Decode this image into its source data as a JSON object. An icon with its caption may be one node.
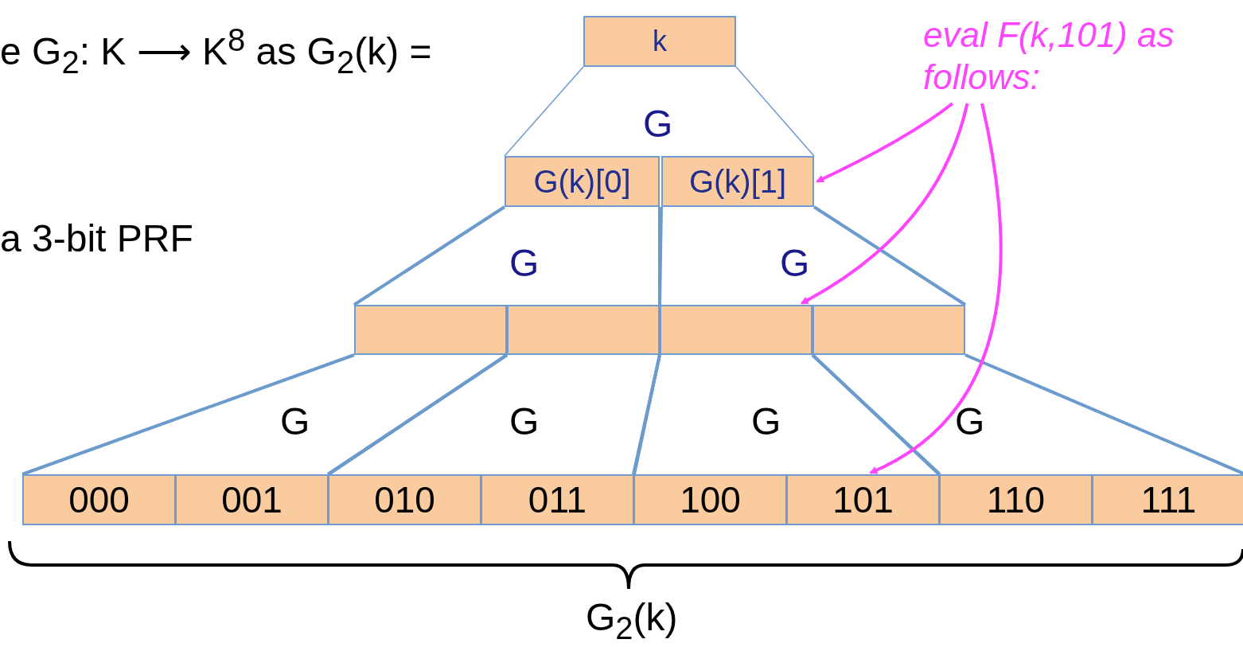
{
  "diagram": {
    "nodes": [
      {
        "text": [
          "k"
        ]
      },
      {
        "text": [
          "G(k)[0]"
        ]
      },
      {
        "text": [
          "G(k)[1]"
        ]
      },
      {
        "text": [],
        "shape": "box"
      },
      {
        "text": [],
        "shape": "box"
      },
      {
        "text": [],
        "shape": "box"
      },
      {
        "text": [],
        "shape": "box"
      },
      {
        "text": [
          "000"
        ]
      },
      {
        "text": [
          "001"
        ]
      },
      {
        "text": [
          "010"
        ]
      },
      {
        "text": [
          "011"
        ]
      },
      {
        "text": [
          "100"
        ]
      },
      {
        "text": [
          "101"
        ]
      },
      {
        "text": [
          "110"
        ]
      },
      {
        "text": [
          "111"
        ]
      },
      {
        "text": [
          "eval F(k,101) as follows:"
        ]
      }
    ],
    "edges": [
      {
        "from": 0,
        "to": 1,
        "arrow": "none"
      },
      {
        "from": 0,
        "to": 2,
        "arrow": "none"
      },
      {
        "from": 1,
        "to": 3,
        "arrow": "none"
      },
      {
        "from": 1,
        "to": 4,
        "arrow": "none"
      },
      {
        "from": 2,
        "to": 5,
        "arrow": "none"
      },
      {
        "from": 2,
        "to": 6,
        "arrow": "none"
      },
      {
        "from": 3,
        "to": 7,
        "arrow": "none"
      },
      {
        "from": 3,
        "to": 8,
        "arrow": "none"
      },
      {
        "from": 4,
        "to": 9,
        "arrow": "none"
      },
      {
        "from": 4,
        "to": 10,
        "arrow": "none"
      },
      {
        "from": 5,
        "to": 11,
        "arrow": "none"
      },
      {
        "from": 5,
        "to": 12,
        "arrow": "none"
      },
      {
        "from": 6,
        "to": 13,
        "arrow": "none"
      },
      {
        "from": 6,
        "to": 14,
        "arrow": "none"
      },
      {
        "from": 15,
        "to": 2,
        "arrow": "to",
        "color": "#ff44ff"
      },
      {
        "from": 15,
        "to": 5,
        "arrow": "to",
        "color": "#ff44ff"
      },
      {
        "from": 15,
        "to": 12,
        "arrow": "to",
        "color": "#ff44ff"
      }
    ],
    "labels": [
      "e   G$_{2}$: K ⟶ K$^{8}$   as   G$_{2}$(k) =",
      "G",
      "a 3-bit PRF",
      "G",
      "G",
      "G",
      "G",
      "G",
      "G",
      "G$_{2}$(k)"
    ]
  }
}
